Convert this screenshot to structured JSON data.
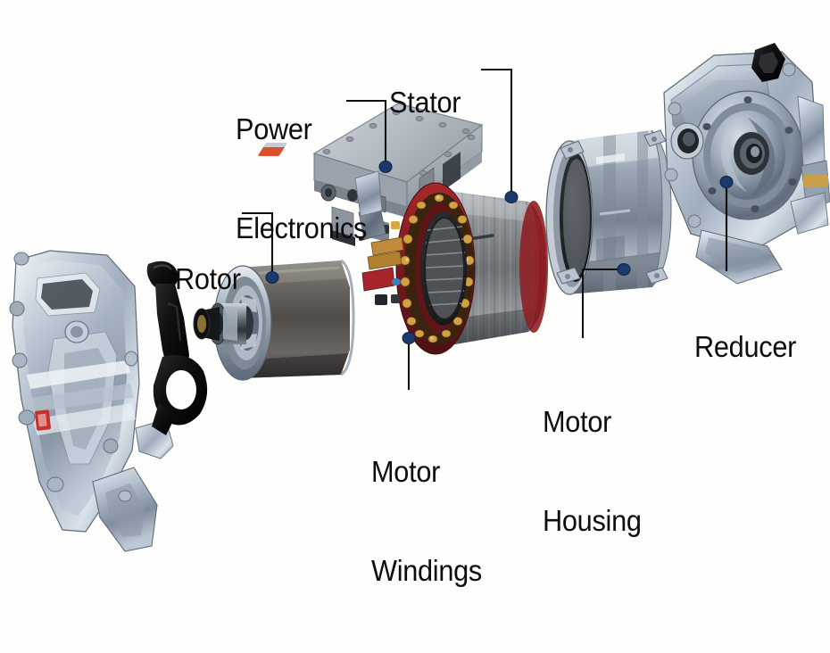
{
  "figure": {
    "kind": "exploded-assembly-diagram",
    "subject": "Electric vehicle drive unit exploded view",
    "background_color": "#fefefc",
    "label_color": "#0d0d0d",
    "leader_color": "#111111",
    "leader_dot_color": "#1a3a6b",
    "accent_red": "#8d1d22",
    "accent_copper": "#c8923a",
    "metal_light": "#d7dde4",
    "metal_mid": "#9aa6b4",
    "metal_dark": "#4a5460"
  },
  "labels": [
    {
      "id": "power-electronics",
      "line1": "Power",
      "line2": "Electronics",
      "align": "left"
    },
    {
      "id": "stator",
      "line1": "Stator",
      "line2": "",
      "align": "left"
    },
    {
      "id": "rotor",
      "line1": "Rotor",
      "line2": "",
      "align": "left"
    },
    {
      "id": "reducer",
      "line1": "Reducer",
      "line2": "",
      "align": "left"
    },
    {
      "id": "motor-windings",
      "line1": "Motor",
      "line2": "Windings",
      "align": "left"
    },
    {
      "id": "motor-housing",
      "line1": "Motor",
      "line2": "Housing",
      "align": "left"
    }
  ],
  "components": [
    {
      "id": "gearbox-cover",
      "name": "Gearbox housing cover"
    },
    {
      "id": "mount-bracket",
      "name": "Black mounting bracket"
    },
    {
      "id": "rotor",
      "name": "Rotor with shaft"
    },
    {
      "id": "power-electronics-box",
      "name": "Power electronics enclosure"
    },
    {
      "id": "stator",
      "name": "Stator core with windings"
    },
    {
      "id": "motor-housing",
      "name": "Motor housing sleeve"
    },
    {
      "id": "reducer",
      "name": "Reducer gearbox"
    }
  ]
}
